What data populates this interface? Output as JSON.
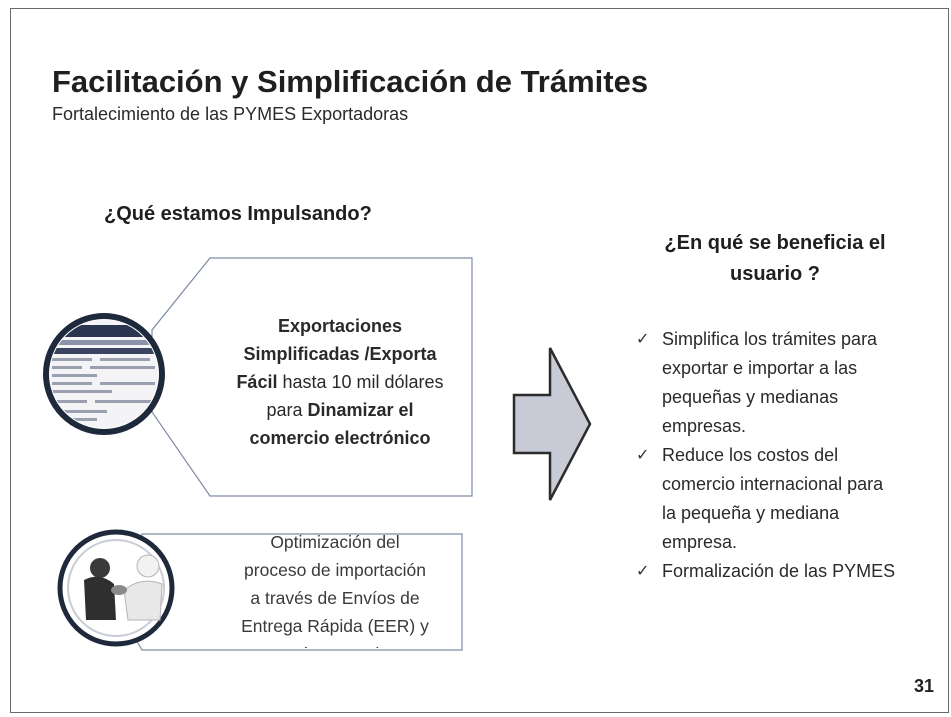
{
  "slide": {
    "title": "Facilitación y Simplificación de Trámites",
    "subtitle": "Fortalecimiento de las PYMES Exportadoras",
    "page_number": "31"
  },
  "left": {
    "heading": "¿Qué estamos Impulsando?",
    "box1": {
      "line1": "Exportaciones",
      "line2": "Simplificadas /Exporta",
      "line3_bold": "Fácil",
      "line3_rest": " hasta 10 mil dólares",
      "line4_pre": "para ",
      "line4_bold": "Dinamizar  el",
      "line5": "comercio electrónico"
    },
    "box2": {
      "lines": [
        "Optimización del",
        "proceso de importación",
        "a través de Envíos de",
        "Entrega Rápida (EER) y",
        "Envíos Postales"
      ]
    }
  },
  "right": {
    "heading_line1": "¿En qué se beneficia el",
    "heading_line2": "usuario ?",
    "check_symbol": "✓",
    "benefits": [
      [
        "Simplifica los trámites para",
        "exportar e importar a las",
        "pequeñas y medianas",
        "empresas."
      ],
      [
        "Reduce los costos del",
        "comercio internacional  para",
        "la pequeña y mediana",
        "empresa."
      ],
      [
        "Formalización de las PYMES"
      ]
    ]
  },
  "colors": {
    "arrow_fill": "#c8cad6",
    "arrow_stroke": "#2b2b2b",
    "box_stroke": "#7d8aa8",
    "circle_stroke": "#1e2a3c"
  }
}
